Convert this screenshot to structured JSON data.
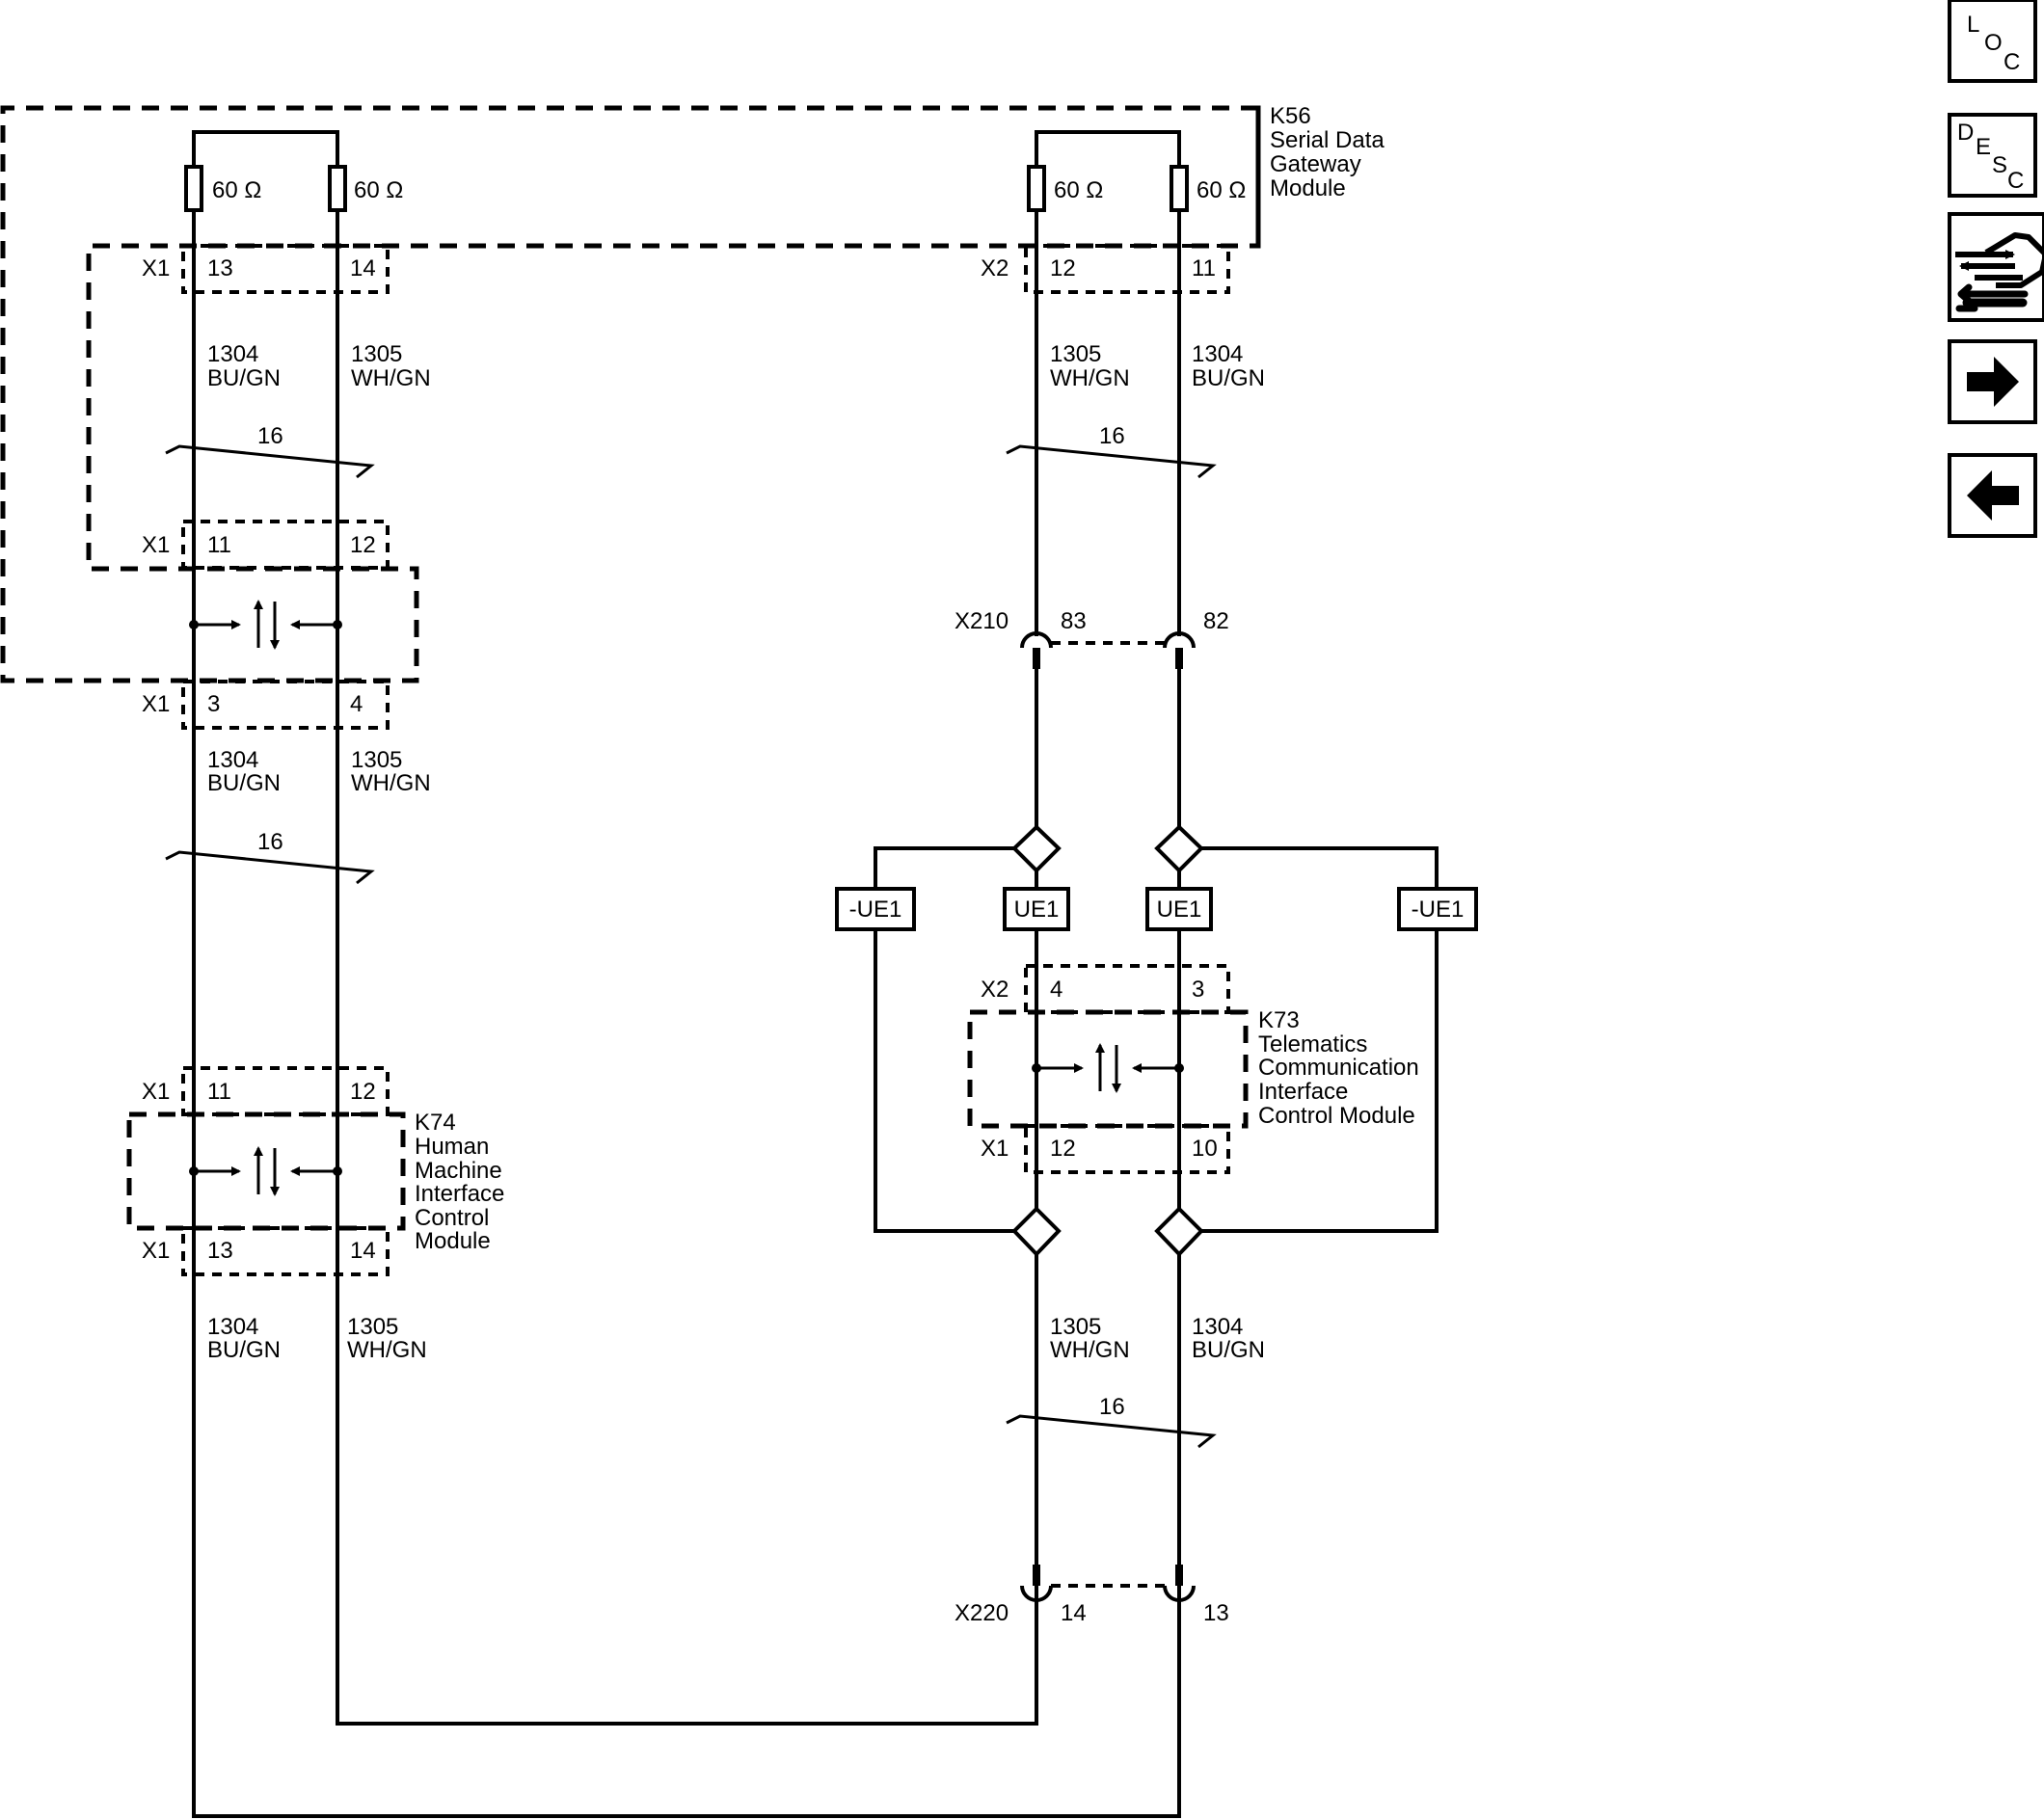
{
  "k56": {
    "id": "K56",
    "line1": "Serial Data",
    "line2": "Gateway",
    "line3": "Module"
  },
  "k74": {
    "id": "K74",
    "line1": "Human",
    "line2": "Machine",
    "line3": "Interface",
    "line4": "Control",
    "line5": "Module"
  },
  "k73": {
    "id": "K73",
    "line1": "Telematics",
    "line2": "Communication",
    "line3": "Interface",
    "line4": "Control Module"
  },
  "resistor": "60 Ω",
  "wire_size": "16",
  "connectors": {
    "x1": "X1",
    "x2": "X2",
    "x210": "X210",
    "x220": "X220",
    "k56_x1_a": "13",
    "k56_x1_b": "14",
    "k56_x2_a": "12",
    "k56_x2_b": "11",
    "k56_x1_c": "11",
    "k56_x1_d": "12",
    "k56_x1_e": "3",
    "k56_x1_f": "4",
    "x210_a": "83",
    "x210_b": "82",
    "k73_x2_a": "4",
    "k73_x2_b": "3",
    "k73_x1_a": "12",
    "k73_x1_b": "10",
    "k74_x1_a": "11",
    "k74_x1_b": "12",
    "k74_x1_c": "13",
    "k74_x1_d": "14",
    "x220_a": "14",
    "x220_b": "13"
  },
  "wires": {
    "c1304": "1304",
    "c1305": "1305",
    "bugn": "BU/GN",
    "whgn": "WH/GN"
  },
  "options": {
    "ue1": "UE1",
    "not_ue1": "-UE1"
  },
  "nav": {
    "loc_l": "L",
    "loc_o": "O",
    "loc_c": "C",
    "desc_d": "D",
    "desc_e": "E",
    "desc_s": "S",
    "desc_c": "C"
  }
}
